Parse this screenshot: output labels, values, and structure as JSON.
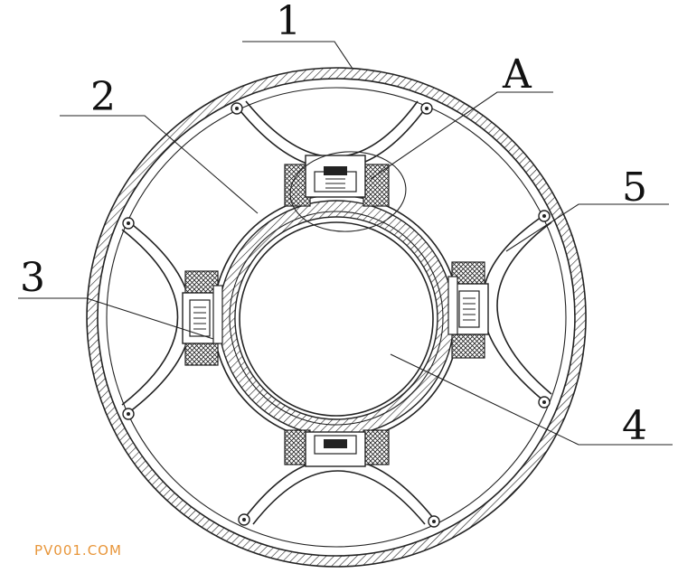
{
  "callouts": {
    "one": "1",
    "two": "2",
    "three": "3",
    "four": "4",
    "five": "5",
    "a": "A"
  },
  "watermark": "PV001.COM",
  "colors": {
    "line": "#222222",
    "watermark": "#e8963a"
  }
}
